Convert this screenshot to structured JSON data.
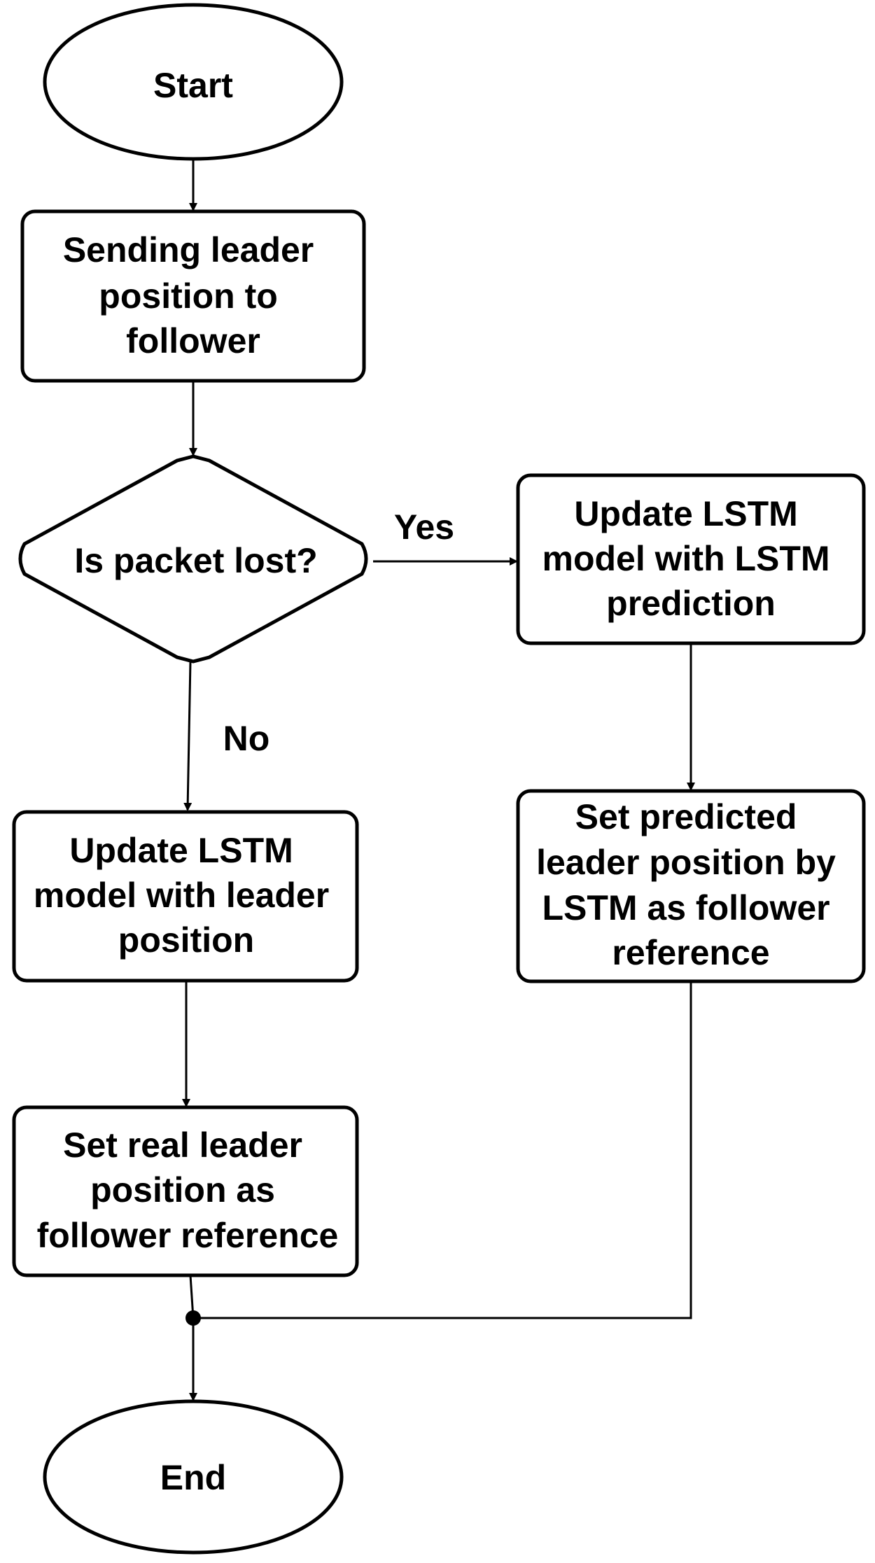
{
  "diagram": {
    "nodes": {
      "start": {
        "lines": [
          "Start"
        ]
      },
      "send": {
        "lines": [
          "Sending leader",
          "position to",
          "follower"
        ]
      },
      "decision": {
        "lines": [
          "Is packet lost?"
        ]
      },
      "update_pred": {
        "lines": [
          "Update LSTM",
          "model with LSTM",
          "prediction"
        ]
      },
      "update_leader": {
        "lines": [
          "Update LSTM",
          "model with leader",
          "position"
        ]
      },
      "set_pred": {
        "lines": [
          "Set predicted",
          "leader position by",
          "LSTM as follower",
          "reference"
        ]
      },
      "set_real": {
        "lines": [
          "Set real leader",
          "position as",
          "follower reference"
        ]
      },
      "end": {
        "lines": [
          "End"
        ]
      }
    },
    "edges": {
      "yes_label": "Yes",
      "no_label": "No"
    },
    "colors": {
      "stroke": "#000000",
      "fill": "#ffffff",
      "text": "#000000"
    }
  }
}
